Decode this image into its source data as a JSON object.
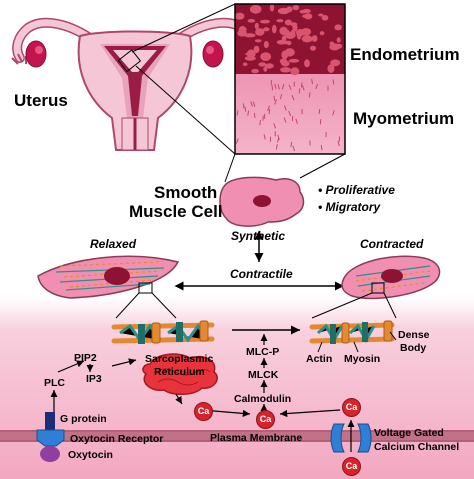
{
  "labels": {
    "uterus": "Uterus",
    "endometrium": "Endometrium",
    "myometrium": "Myometrium",
    "smc_line1": "Smooth",
    "smc_line2": "Muscle Cell",
    "proliferative": "• Proliferative",
    "migratory": "• Migratory",
    "synthetic": "Synthetic",
    "relaxed": "Relaxed",
    "contracted": "Contracted",
    "contractile": "Contractile",
    "mlcp": "MLC-P",
    "mlck": "MLCK",
    "calmodulin": "Calmodulin",
    "actin": "Actin",
    "myosin": "Myosin",
    "dense_body_1": "Dense",
    "dense_body_2": "Body",
    "pip2": "PIP2",
    "ip3": "IP3",
    "plc": "PLC",
    "sr_1": "Sarcoplasmic",
    "sr_2": "Reticulum",
    "g_protein": "G protein",
    "oxytocin_receptor": "Oxytocin Receptor",
    "oxytocin": "Oxytocin",
    "plasma_membrane": "Plasma Membrane",
    "vgcc_1": "Voltage Gated",
    "vgcc_2": "Calcium Channel",
    "calcium": "Ca"
  },
  "colors": {
    "uterus_fill": "#f5c7d6",
    "uterus_outline": "#b0476a",
    "uterus_inner": "#9b1d45",
    "ovary": "#c3144d",
    "endometrium": "#8e1232",
    "myometrium": "#f19cb9",
    "cell_fill": "#f08fb2",
    "pink_band_top": "#ffffff",
    "pink_band_bottom": "#f4a9c2",
    "membrane": "#c37188",
    "actin": "#e4892f",
    "myosin": "#2f8f86",
    "calcium": "#d9232a",
    "receptor": "#2f7fd6",
    "g_protein": "#1d2c78",
    "oxytocin": "#8e3fa0"
  }
}
